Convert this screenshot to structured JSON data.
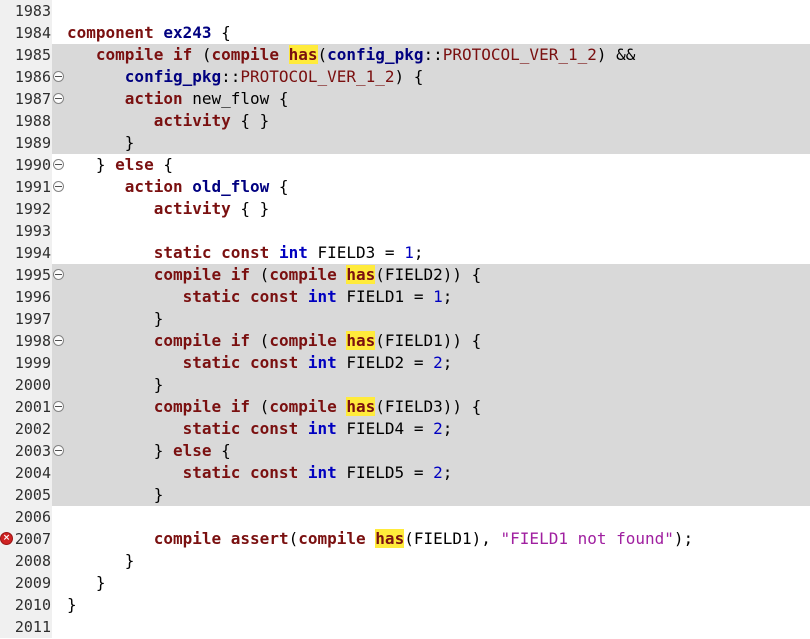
{
  "editor": {
    "colors": {
      "kw": "#7a1010",
      "type": "#0000c0",
      "numlit": "#0000c0",
      "str": "#a020a0",
      "ref": "#000080",
      "constc": "#7a1010",
      "hasBg": "#ffeb3b",
      "hlBg": "#d9d9d9",
      "gutterBg": "#f0f0f0",
      "gutterFg": "#2e2e2e",
      "err": "#cf2222",
      "background": "#ffffff"
    },
    "lines": [
      {
        "n": "1983",
        "t": []
      },
      {
        "n": "1984",
        "t": [
          [
            "k",
            "component"
          ],
          [
            "p",
            " "
          ],
          [
            "r",
            "ex243"
          ],
          [
            "p",
            " {"
          ]
        ]
      },
      {
        "n": "1985",
        "hl": true,
        "t": [
          [
            "p",
            "   "
          ],
          [
            "k",
            "compile"
          ],
          [
            "p",
            " "
          ],
          [
            "k",
            "if"
          ],
          [
            "p",
            " ("
          ],
          [
            "k",
            "compile"
          ],
          [
            "p",
            " "
          ],
          [
            "h",
            "has"
          ],
          [
            "p",
            "("
          ],
          [
            "r",
            "config_pkg"
          ],
          [
            "p",
            "::"
          ],
          [
            "c",
            "PROTOCOL_VER_1_2"
          ],
          [
            "p",
            ") &&"
          ]
        ]
      },
      {
        "n": "1986",
        "hl": true,
        "fold": true,
        "t": [
          [
            "p",
            "      "
          ],
          [
            "r",
            "config_pkg"
          ],
          [
            "p",
            "::"
          ],
          [
            "c",
            "PROTOCOL_VER_1_2"
          ],
          [
            "p",
            ") {"
          ]
        ]
      },
      {
        "n": "1987",
        "hl": true,
        "fold": true,
        "t": [
          [
            "p",
            "      "
          ],
          [
            "k",
            "action"
          ],
          [
            "p",
            " new_flow {"
          ]
        ]
      },
      {
        "n": "1988",
        "hl": true,
        "t": [
          [
            "p",
            "         "
          ],
          [
            "k",
            "activity"
          ],
          [
            "p",
            " { }"
          ]
        ]
      },
      {
        "n": "1989",
        "hl": true,
        "t": [
          [
            "p",
            "      }"
          ]
        ]
      },
      {
        "n": "1990",
        "fold": true,
        "t": [
          [
            "p",
            "   } "
          ],
          [
            "k",
            "else"
          ],
          [
            "p",
            " {"
          ]
        ]
      },
      {
        "n": "1991",
        "fold": true,
        "t": [
          [
            "p",
            "      "
          ],
          [
            "k",
            "action"
          ],
          [
            "p",
            " "
          ],
          [
            "r",
            "old_flow"
          ],
          [
            "p",
            " {"
          ]
        ]
      },
      {
        "n": "1992",
        "t": [
          [
            "p",
            "         "
          ],
          [
            "k",
            "activity"
          ],
          [
            "p",
            " { }"
          ]
        ]
      },
      {
        "n": "1993",
        "t": []
      },
      {
        "n": "1994",
        "t": [
          [
            "p",
            "         "
          ],
          [
            "k",
            "static"
          ],
          [
            "p",
            " "
          ],
          [
            "k",
            "const"
          ],
          [
            "p",
            " "
          ],
          [
            "t",
            "int"
          ],
          [
            "p",
            " FIELD3 = "
          ],
          [
            "n",
            "1"
          ],
          [
            "p",
            ";"
          ]
        ]
      },
      {
        "n": "1995",
        "hl": true,
        "fold": true,
        "t": [
          [
            "p",
            "         "
          ],
          [
            "k",
            "compile"
          ],
          [
            "p",
            " "
          ],
          [
            "k",
            "if"
          ],
          [
            "p",
            " ("
          ],
          [
            "k",
            "compile"
          ],
          [
            "p",
            " "
          ],
          [
            "h",
            "has"
          ],
          [
            "p",
            "(FIELD2)) {"
          ]
        ]
      },
      {
        "n": "1996",
        "hl": true,
        "t": [
          [
            "p",
            "            "
          ],
          [
            "k",
            "static"
          ],
          [
            "p",
            " "
          ],
          [
            "k",
            "const"
          ],
          [
            "p",
            " "
          ],
          [
            "t",
            "int"
          ],
          [
            "p",
            " FIELD1 = "
          ],
          [
            "n",
            "1"
          ],
          [
            "p",
            ";"
          ]
        ]
      },
      {
        "n": "1997",
        "hl": true,
        "t": [
          [
            "p",
            "         }"
          ]
        ]
      },
      {
        "n": "1998",
        "hl": true,
        "fold": true,
        "t": [
          [
            "p",
            "         "
          ],
          [
            "k",
            "compile"
          ],
          [
            "p",
            " "
          ],
          [
            "k",
            "if"
          ],
          [
            "p",
            " ("
          ],
          [
            "k",
            "compile"
          ],
          [
            "p",
            " "
          ],
          [
            "h",
            "has"
          ],
          [
            "p",
            "(FIELD1)) {"
          ]
        ]
      },
      {
        "n": "1999",
        "hl": true,
        "t": [
          [
            "p",
            "            "
          ],
          [
            "k",
            "static"
          ],
          [
            "p",
            " "
          ],
          [
            "k",
            "const"
          ],
          [
            "p",
            " "
          ],
          [
            "t",
            "int"
          ],
          [
            "p",
            " FIELD2 = "
          ],
          [
            "n",
            "2"
          ],
          [
            "p",
            ";"
          ]
        ]
      },
      {
        "n": "2000",
        "hl": true,
        "t": [
          [
            "p",
            "         }"
          ]
        ]
      },
      {
        "n": "2001",
        "hl": true,
        "fold": true,
        "t": [
          [
            "p",
            "         "
          ],
          [
            "k",
            "compile"
          ],
          [
            "p",
            " "
          ],
          [
            "k",
            "if"
          ],
          [
            "p",
            " ("
          ],
          [
            "k",
            "compile"
          ],
          [
            "p",
            " "
          ],
          [
            "h",
            "has"
          ],
          [
            "p",
            "(FIELD3)) {"
          ]
        ]
      },
      {
        "n": "2002",
        "hl": true,
        "t": [
          [
            "p",
            "            "
          ],
          [
            "k",
            "static"
          ],
          [
            "p",
            " "
          ],
          [
            "k",
            "const"
          ],
          [
            "p",
            " "
          ],
          [
            "t",
            "int"
          ],
          [
            "p",
            " FIELD4 = "
          ],
          [
            "n",
            "2"
          ],
          [
            "p",
            ";"
          ]
        ]
      },
      {
        "n": "2003",
        "hl": true,
        "fold": true,
        "t": [
          [
            "p",
            "         } "
          ],
          [
            "k",
            "else"
          ],
          [
            "p",
            " {"
          ]
        ]
      },
      {
        "n": "2004",
        "hl": true,
        "t": [
          [
            "p",
            "            "
          ],
          [
            "k",
            "static"
          ],
          [
            "p",
            " "
          ],
          [
            "k",
            "const"
          ],
          [
            "p",
            " "
          ],
          [
            "t",
            "int"
          ],
          [
            "p",
            " FIELD5 = "
          ],
          [
            "n",
            "2"
          ],
          [
            "p",
            ";"
          ]
        ]
      },
      {
        "n": "2005",
        "hl": true,
        "t": [
          [
            "p",
            "         }"
          ]
        ]
      },
      {
        "n": "2006",
        "t": []
      },
      {
        "n": "2007",
        "err": true,
        "t": [
          [
            "p",
            "         "
          ],
          [
            "k",
            "compile"
          ],
          [
            "p",
            " "
          ],
          [
            "k",
            "assert"
          ],
          [
            "p",
            "("
          ],
          [
            "k",
            "compile"
          ],
          [
            "p",
            " "
          ],
          [
            "h",
            "has"
          ],
          [
            "p",
            "(FIELD1), "
          ],
          [
            "s",
            "\"FIELD1 not found\""
          ],
          [
            "p",
            ");"
          ]
        ]
      },
      {
        "n": "2008",
        "t": [
          [
            "p",
            "      }"
          ]
        ]
      },
      {
        "n": "2009",
        "t": [
          [
            "p",
            "   }"
          ]
        ]
      },
      {
        "n": "2010",
        "t": [
          [
            "p",
            "}"
          ]
        ]
      },
      {
        "n": "2011",
        "t": []
      }
    ]
  }
}
